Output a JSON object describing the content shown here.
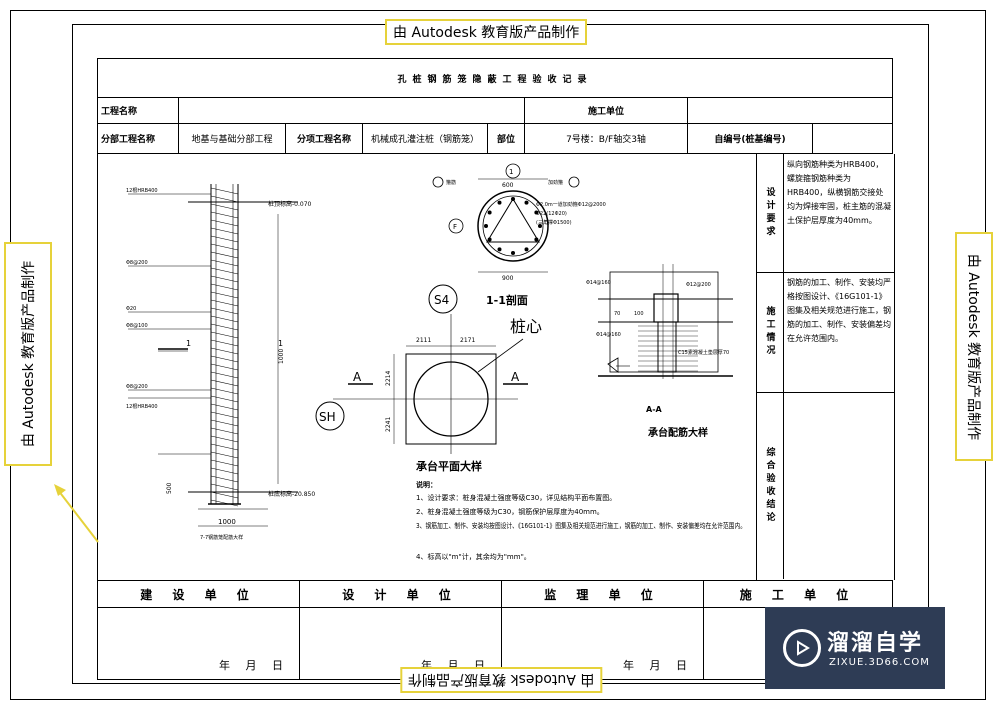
{
  "watermark": "由 Autodesk 教育版产品制作",
  "form": {
    "title": "孔桩钢筋笼隐蔽工程验收记录",
    "row1": {
      "project_name_label": "工程名称",
      "project_name_value": "",
      "contractor_label": "施工单位",
      "contractor_value": ""
    },
    "row2": {
      "sub_project_label": "分部工程名称",
      "sub_project_value": "地基与基础分部工程",
      "item_label": "分项工程名称",
      "item_value": "机械成孔灌注桩（钢筋笼）",
      "part_label": "部位",
      "part_value": "7号楼：B/F轴交3轴",
      "self_check_label": "自编号(桩基编号)",
      "self_check_value": ""
    }
  },
  "notes": {
    "design": {
      "label": "设计要求",
      "text": "纵向钢筋种类为HRB400，螺旋箍钢筋种类为HRB400，纵横钢筋交接处均为焊接牢固，桩主筋的混凝土保护层厚度为40mm。"
    },
    "construction": {
      "label": "施工情况",
      "text": "钢筋的加工、制作、安装均严格按图设计、《16G101-1》图集及相关规范进行施工，钢筋的加工、制作、安装偏差均在允许范围内。"
    },
    "conclusion": {
      "label": "综合验收结论",
      "text": ""
    }
  },
  "drawing": {
    "section_title": "1-1剖面",
    "section_label_1": "1",
    "pile_center": "桩心",
    "axis_s4": "S4",
    "axis_sh": "SH",
    "axis_1": "1",
    "axis_f": "F",
    "cut_a": "A",
    "plan_title": "承台平面大样",
    "rebar_title": "承台配筋大样",
    "aa_label": "A-A",
    "dim_2111": "2111",
    "dim_2171": "2171",
    "dim_2214": "2214",
    "dim_2241": "2241",
    "dim_1000": "1000",
    "dim_900": "900",
    "dim_600": "600",
    "pile_elevation": "7-7钢筋笼配筋大样",
    "notes_title": "说明：",
    "note_1": "1、设计要求：桩身混凝土强度等级C30，详见结构平面布置图。",
    "note_2": "2、桩身混凝土强度等级为C30，钢筋保护层厚度为40mm。",
    "note_3": "3、钢筋加工、制作、安装均按图设计、《16G101-1》图集及相关规范进行施工，钢筋的加工、制作、安装偏差均在允许范围内。",
    "note_4": "4、标高以\"m\"计，其余均为\"mm\"。",
    "top_level": "桩顶标高-0.070",
    "bottom_level": "桩底标高-20.850",
    "lbl_1": "12根HRB400",
    "lbl_2": "Φ8@200",
    "lbl_3": "Φ20",
    "lbl_4": "Φ8@100",
    "lbl_5": "Φ8@200",
    "lbl_6": "12根HRB400",
    "lbl_r1": "Φ14@160",
    "lbl_r2": "Φ12@200",
    "lbl_r3": "C15素混凝土垫层厚70",
    "lbl_r4": "Φ14@160",
    "lbl_s1": "Φ2.0m一道加劲箍Φ12@2000",
    "lbl_s2": "Φ22(12Φ20)",
    "lbl_s3": "(三角撑Φ1500)",
    "lbl_s4": "箍筋",
    "lbl_s5": "加劲箍",
    "dim_70": "70",
    "dim_100": "100",
    "dim_500": "500"
  },
  "sign": {
    "columns": [
      "建 设 单 位",
      "设 计 单 位",
      "监 理 单 位",
      "施 工 单 位"
    ],
    "date": "年 月 日"
  },
  "logo": {
    "title": "溜溜自学",
    "subtitle": "ZIXUE.3D66.COM"
  }
}
